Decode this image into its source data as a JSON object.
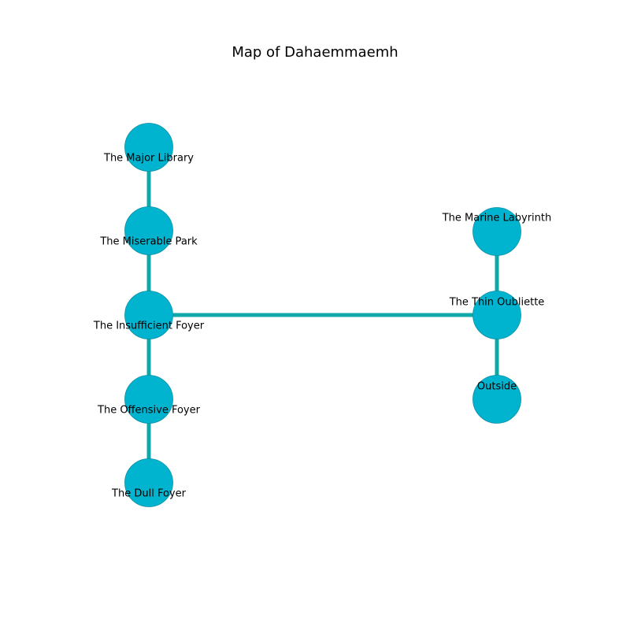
{
  "title": "Map of Dahaemmaemh",
  "colors": {
    "node_fill": "#00b4d0",
    "node_stroke": "#0a8fa3",
    "edge": "#0fa8a8"
  },
  "rooms": [
    {
      "id": "major_library",
      "label": "The Major Library"
    },
    {
      "id": "miserable_park",
      "label": "The Miserable Park"
    },
    {
      "id": "insufficient_foyer",
      "label": "The Insufficient Foyer"
    },
    {
      "id": "offensive_foyer",
      "label": "The Offensive Foyer"
    },
    {
      "id": "dull_foyer",
      "label": "The Dull Foyer"
    },
    {
      "id": "marine_labyrinth",
      "label": "The Marine Labyrinth"
    },
    {
      "id": "thin_oubliette",
      "label": "The Thin Oubliette"
    },
    {
      "id": "outside",
      "label": "Outside"
    }
  ],
  "connections": [
    [
      "major_library",
      "miserable_park"
    ],
    [
      "miserable_park",
      "insufficient_foyer"
    ],
    [
      "insufficient_foyer",
      "offensive_foyer"
    ],
    [
      "offensive_foyer",
      "dull_foyer"
    ],
    [
      "insufficient_foyer",
      "thin_oubliette"
    ],
    [
      "marine_labyrinth",
      "thin_oubliette"
    ],
    [
      "thin_oubliette",
      "outside"
    ]
  ]
}
